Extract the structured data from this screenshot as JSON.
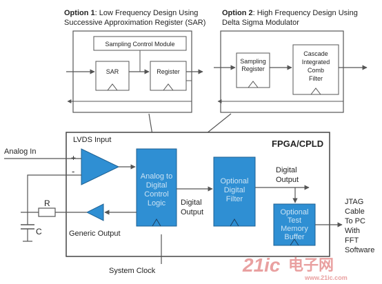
{
  "option1": {
    "label_bold": "Option 1",
    "title_line1": ": Low Frequency Design Using",
    "title_line2": "Successive Approximation Register (SAR)",
    "sampling_control": "Sampling Control Module",
    "sar": "SAR",
    "register": "Register"
  },
  "option2": {
    "label_bold": "Option 2",
    "title_line1": ": High Frequency Design Using",
    "title_line2": "Delta Sigma Modulator",
    "sampling_register": [
      "Sampling",
      "Register"
    ],
    "cic_filter": [
      "Cascade",
      "Integrated",
      "Comb",
      "Filter"
    ]
  },
  "fpga": {
    "title": "FPGA/CPLD",
    "lvds_input": "LVDS Input",
    "plus": "+",
    "minus": "-",
    "adc_logic": [
      "Analog to",
      "Digital",
      "Control",
      "Logic"
    ],
    "digital_filter": [
      "Optional",
      "Digital",
      "Filter"
    ],
    "test_memory": [
      "Optional",
      "Test",
      "Memory",
      "Buffer"
    ],
    "digital_output_mid": [
      "Digital",
      "Output"
    ],
    "digital_output_top": [
      "Digital",
      "Output"
    ],
    "generic_output": "Generic Output"
  },
  "external": {
    "analog_in": "Analog In",
    "resistor": "R",
    "capacitor": "C",
    "system_clock": "System Clock",
    "jtag": [
      "JTAG",
      "Cable",
      "To PC",
      "With",
      "FFT",
      "Software"
    ]
  },
  "watermark": {
    "brand": "21ic",
    "cn": "电子网",
    "url": "www.21ic.com"
  },
  "colors": {
    "block_fill": "#2f8fd3",
    "line": "#555555",
    "watermark": "#e08080"
  }
}
